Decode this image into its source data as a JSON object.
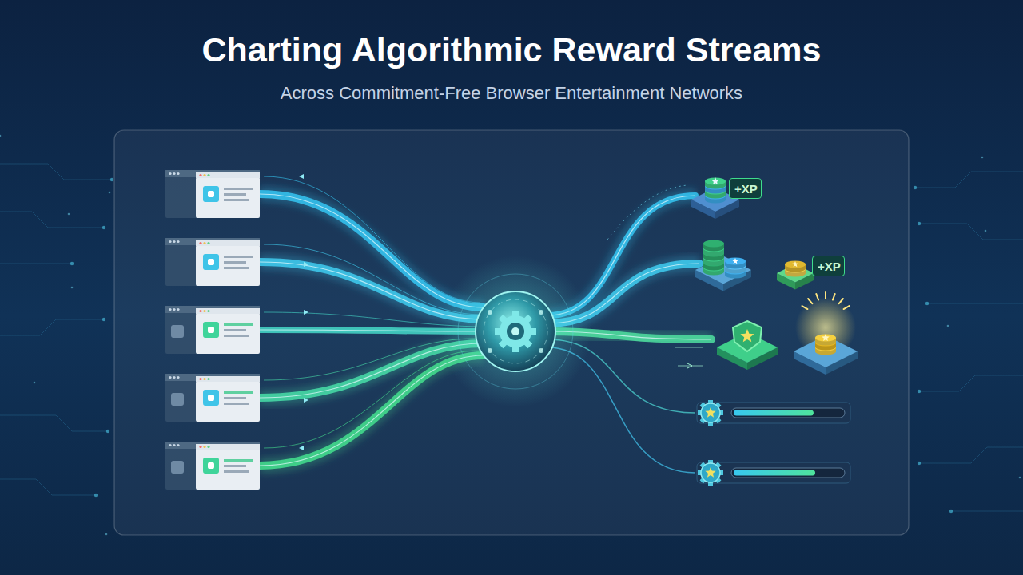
{
  "diagram": {
    "title": "Charting Algorithmic Reward Streams",
    "nodes": [
      {
        "text": [
          "+XP"
        ]
      },
      {
        "text": [
          "+XP"
        ]
      }
    ],
    "labels": [
      "Across Commitment-Free Browser Entertainment Networks"
    ]
  }
}
